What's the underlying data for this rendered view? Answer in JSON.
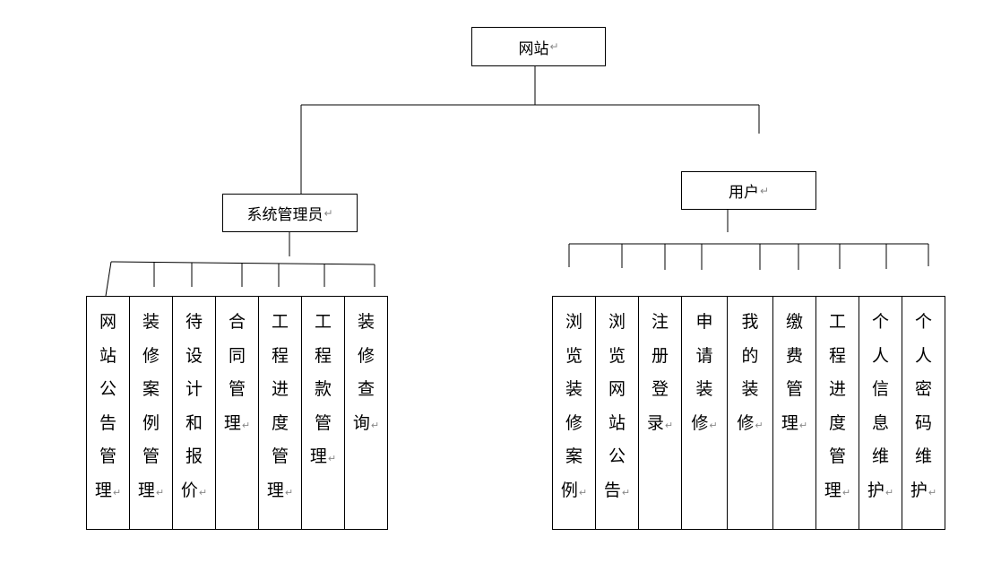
{
  "root": {
    "label": "网站"
  },
  "admin": {
    "label": "系统管理员"
  },
  "user": {
    "label": "用户"
  },
  "return_mark": "↵",
  "admin_items": [
    "网\n站\n公\n告\n管\n理",
    "装\n修\n案\n例\n管\n理",
    "待\n设\n计\n和\n报\n价",
    "合\n同\n管\n理",
    "工\n程\n进\n度\n管\n理",
    "工\n程\n款\n管\n理",
    "装\n修\n查\n询"
  ],
  "user_items": [
    "浏\n览\n装\n修\n案\n例",
    "浏\n览\n网\n站\n公\n告",
    "注\n册\n登\n录",
    "申\n请\n装\n修",
    "我\n的\n装\n修",
    "缴\n费\n管\n理",
    "工\n程\n进\n度\n管\n理",
    "个\n人\n信\n息\n维\n护",
    "个\n人\n密\n码\n维\n护"
  ]
}
